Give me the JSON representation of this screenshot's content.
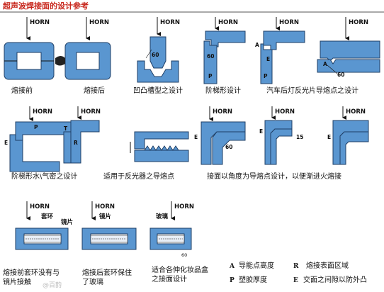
{
  "title": "超声波焊接面的设计参考",
  "horn_label": "HORN",
  "dims": {
    "d60": "60",
    "d15": "15"
  },
  "letters": {
    "A": "A",
    "P": "P",
    "E": "E",
    "R": "R",
    "T": "T"
  },
  "captions": {
    "c1": "熔接前",
    "c2": "熔接后",
    "c3": "凹凸槽型之设计",
    "c4": "阶梯形设计",
    "c5": "汽车后灯反光片导熔点之设计",
    "c6": "阶梯形水\\气密之设计",
    "c7": "适用于反光器之导熔点",
    "c8": "接面以角度为导熔点设计，以便渐进火熔接",
    "c9a": "熔接前套环没有与",
    "c9b": "镜片接触",
    "c10a": "熔接后套环保住",
    "c10b": "了玻璃",
    "c11a": "适合各伸化妆品盒",
    "c11b": "之接面设计"
  },
  "part_labels": {
    "ring": "套环",
    "lens": "镜片",
    "lens2": "镜片",
    "glass": "玻璃"
  },
  "legend": [
    {
      "key": "A",
      "text": "导能点高度"
    },
    {
      "key": "R",
      "text": "熔接表面区域"
    },
    {
      "key": "P",
      "text": "塑胶厚度"
    },
    {
      "key": "E",
      "text": "交面之间隙以防外凸"
    }
  ],
  "watermark": "@百韵"
}
